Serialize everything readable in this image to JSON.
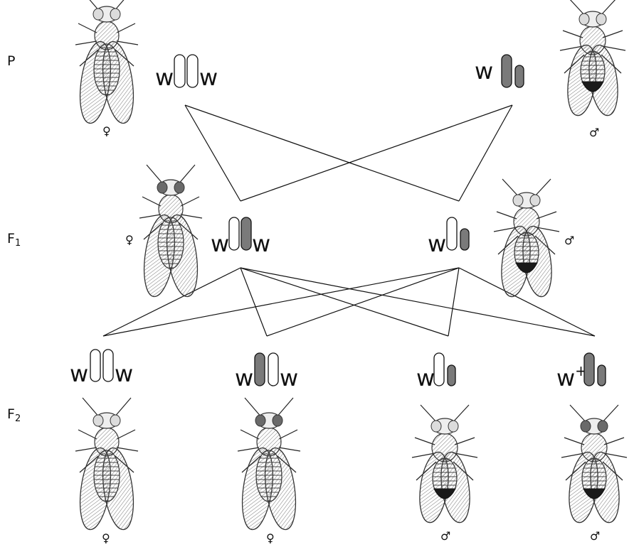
{
  "generations": {
    "p": "P",
    "f1": "F",
    "f1_sub": "1",
    "f2": "F",
    "f2_sub": "2"
  },
  "alleles": {
    "w": "w",
    "w_plus": "w",
    "w_plus_sup": "+"
  },
  "sex_symbols": {
    "female": "♀",
    "male": "♂"
  },
  "flies": [
    {
      "id": "p-female",
      "sex": "female",
      "eye": "white"
    },
    {
      "id": "p-male",
      "sex": "male",
      "eye": "white"
    },
    {
      "id": "f1-female",
      "sex": "female",
      "eye": "red"
    },
    {
      "id": "f1-male",
      "sex": "male",
      "eye": "white"
    },
    {
      "id": "f2-female-1",
      "sex": "female",
      "eye": "white"
    },
    {
      "id": "f2-female-2",
      "sex": "female",
      "eye": "red"
    },
    {
      "id": "f2-male-1",
      "sex": "male",
      "eye": "white"
    },
    {
      "id": "f2-male-2",
      "sex": "male",
      "eye": "red"
    }
  ],
  "colors": {
    "mutant_chromosome": "#ffffff",
    "wildtype_chromosome": "#7a7a7a",
    "red_eye": "#6a6a6a",
    "white_eye": "#dcdcdc",
    "abdomen_male": "#1a1a1a"
  }
}
